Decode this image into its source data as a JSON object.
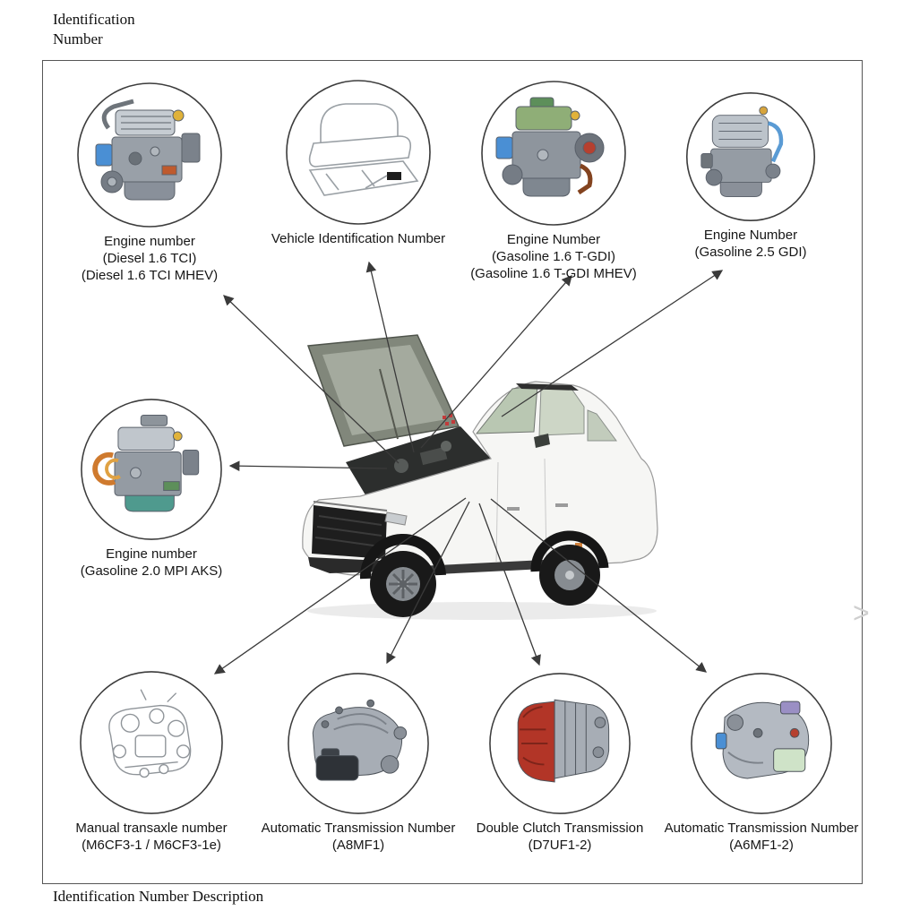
{
  "page": {
    "top_title_line1": "Identification",
    "top_title_line2": "Number",
    "bottom_title": "Identification Number Description",
    "nav_chevron": ">"
  },
  "diagram": {
    "frame_border_color": "#565656",
    "stations": [
      {
        "id": "engine-diesel-1-6",
        "lines": [
          "Engine number",
          "(Diesel 1.6 TCI)",
          "(Diesel 1.6 TCI MHEV)"
        ]
      },
      {
        "id": "vehicle-identification-number",
        "lines": [
          "Vehicle Identification Number"
        ]
      },
      {
        "id": "engine-gasoline-1-6-tgdi",
        "lines": [
          "Engine Number",
          "(Gasoline 1.6 T-GDI)",
          "(Gasoline 1.6 T-GDI MHEV)"
        ]
      },
      {
        "id": "engine-gasoline-2-5-gdi",
        "lines": [
          "Engine Number",
          "(Gasoline 2.5 GDI)"
        ]
      },
      {
        "id": "engine-gasoline-2-0-mpi",
        "lines": [
          "Engine number",
          "(Gasoline 2.0 MPI AKS)"
        ]
      },
      {
        "id": "manual-transaxle",
        "lines": [
          "Manual transaxle number",
          "(M6CF3-1 / M6CF3-1e)"
        ]
      },
      {
        "id": "automatic-transmission-a8mf1",
        "lines": [
          "Automatic Transmission Number",
          "(A8MF1)"
        ]
      },
      {
        "id": "double-clutch-transmission-d7uf1",
        "lines": [
          "Double Clutch Transmission",
          "(D7UF1-2)"
        ]
      },
      {
        "id": "automatic-transmission-a6mf1",
        "lines": [
          "Automatic Transmission Number",
          "(A6MF1-2)"
        ]
      }
    ]
  }
}
